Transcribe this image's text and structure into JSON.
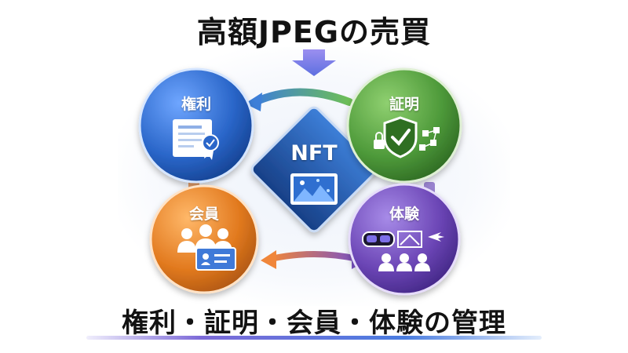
{
  "title": "高額JPEGの売買",
  "center": {
    "label": "NFT"
  },
  "nodes": {
    "rights": {
      "label": "権利",
      "color": "#2a66c9"
    },
    "proof": {
      "label": "証明",
      "color": "#4e9a3a"
    },
    "membership": {
      "label": "会員",
      "color": "#e27a1f"
    },
    "experience": {
      "label": "体験",
      "color": "#6b45b5"
    }
  },
  "footer": "権利・証明・会員・体験の管理",
  "icons": {
    "down_arrow": "down-arrow-icon",
    "rights": "certificate-icon",
    "proof": "shield-check-icon",
    "membership": "members-id-card-icon",
    "experience": "vr-headset-event-icon",
    "center": "image-icon"
  }
}
